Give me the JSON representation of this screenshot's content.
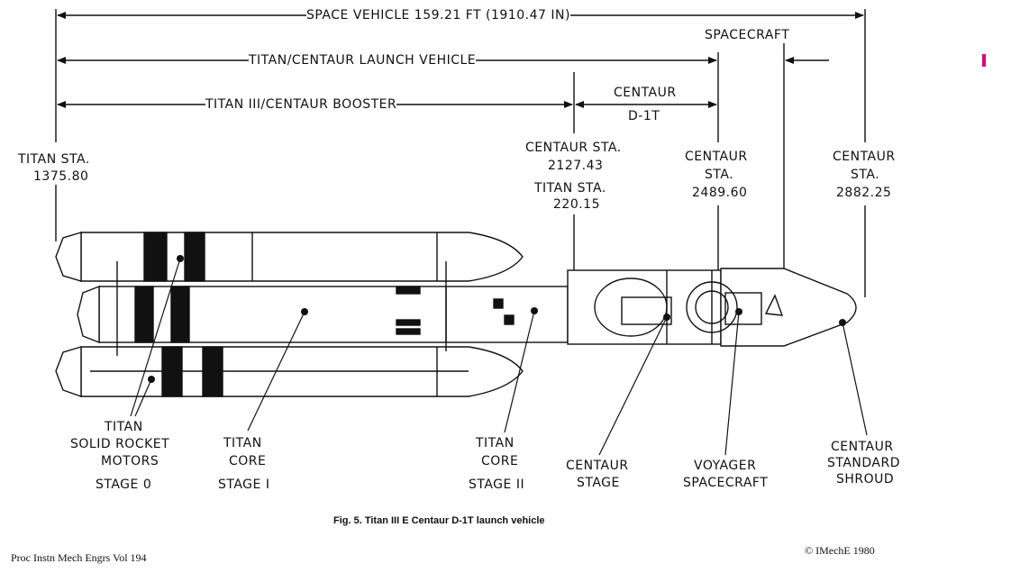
{
  "dims": {
    "space_vehicle": "SPACE VEHICLE 159.21 FT (1910.47 IN)",
    "spacecraft": "SPACECRAFT",
    "launch_vehicle": "TITAN/CENTAUR LAUNCH VEHICLE",
    "booster": "TITAN III/CENTAUR BOOSTER",
    "centaur": "CENTAUR",
    "d1t": "D-1T"
  },
  "stations": {
    "titan_sta_1": "TITAN STA.",
    "titan_sta_1_val": "1375.80",
    "centaur_sta_1": "CENTAUR STA.",
    "centaur_sta_1_val": "2127.43",
    "titan_sta_2": "TITAN STA.",
    "titan_sta_2_val": "220.15",
    "centaur_sta_2a": "CENTAUR",
    "centaur_sta_2b": "STA.",
    "centaur_sta_2_val": "2489.60",
    "centaur_sta_3a": "CENTAUR",
    "centaur_sta_3b": "STA.",
    "centaur_sta_3_val": "2882.25"
  },
  "parts": {
    "srm_1": "TITAN",
    "srm_2": "SOLID ROCKET",
    "srm_3": "MOTORS",
    "srm_4": "STAGE 0",
    "core1_1": "TITAN",
    "core1_2": "CORE",
    "core1_3": "STAGE I",
    "core2_1": "TITAN",
    "core2_2": "CORE",
    "core2_3": "STAGE II",
    "cstage_1": "CENTAUR",
    "cstage_2": "STAGE",
    "voyager_1": "VOYAGER",
    "voyager_2": "SPACECRAFT",
    "shroud_1": "CENTAUR",
    "shroud_2": "STANDARD",
    "shroud_3": "SHROUD"
  },
  "caption": "Fig. 5. Titan III E Centaur D-1T launch vehicle",
  "footer_left": "Proc Instn Mech Engrs Vol 194",
  "footer_right": "© IMechE 1980",
  "colors": {
    "ink": "#111111",
    "magenta_mark": "#e0007a"
  }
}
